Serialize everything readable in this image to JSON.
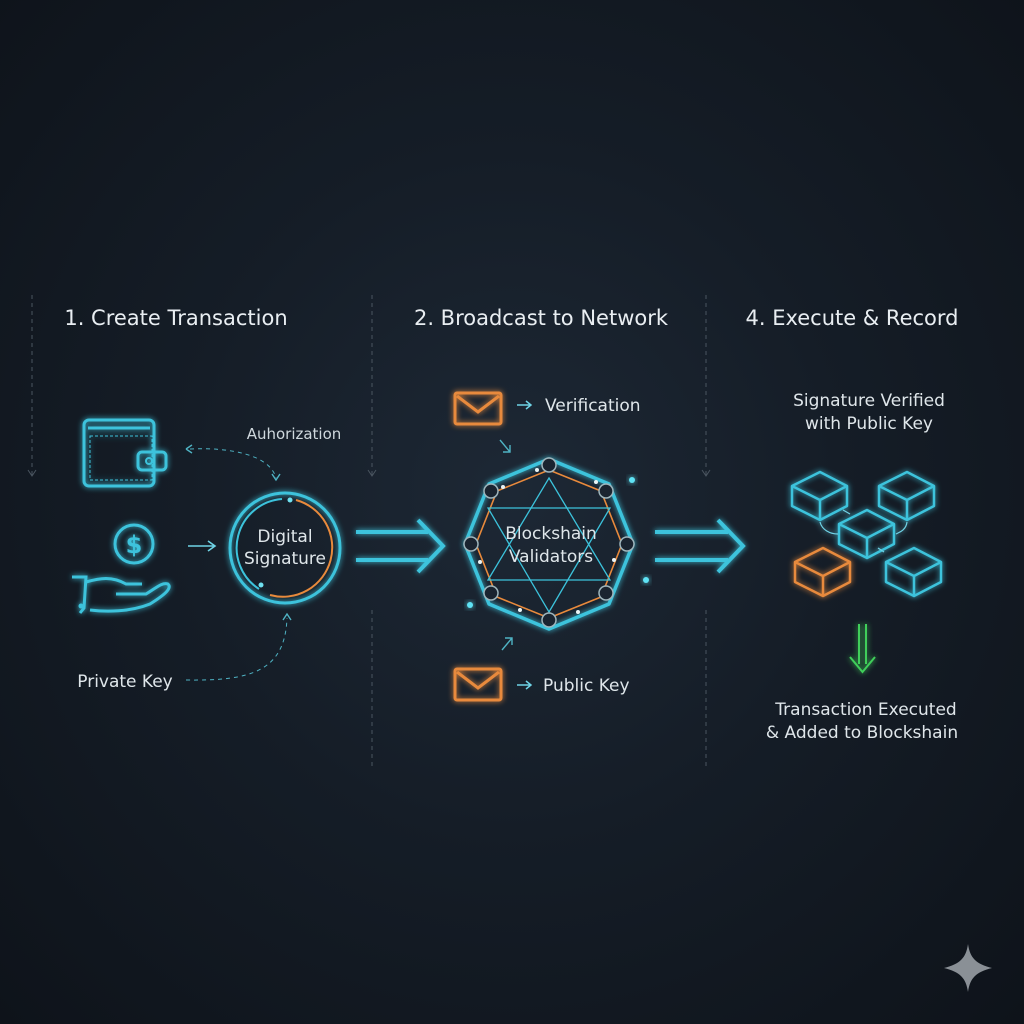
{
  "steps": [
    {
      "title": "1. Create Transaction",
      "labels": {
        "authorization": "Auhorization",
        "signature_line1": "Digital",
        "signature_line2": "Signature",
        "private_key": "Private Key"
      }
    },
    {
      "title": "2. Broadcast to Network",
      "labels": {
        "verification": "Verification",
        "validators_line1": "Blockshain",
        "validators_line2": "Validators",
        "public_key": "Public Key"
      }
    },
    {
      "title": "4. Execute & Record",
      "labels": {
        "verified_line1": "Signature Verified",
        "verified_line2": "with Public Key",
        "executed_line1": "Transaction Executed",
        "executed_line2": "& Added to Blockshain"
      }
    }
  ],
  "colors": {
    "accent": "#3cc3dc",
    "secondary": "#e88a3c",
    "success": "#3fcf5a",
    "background": "#151d27"
  }
}
